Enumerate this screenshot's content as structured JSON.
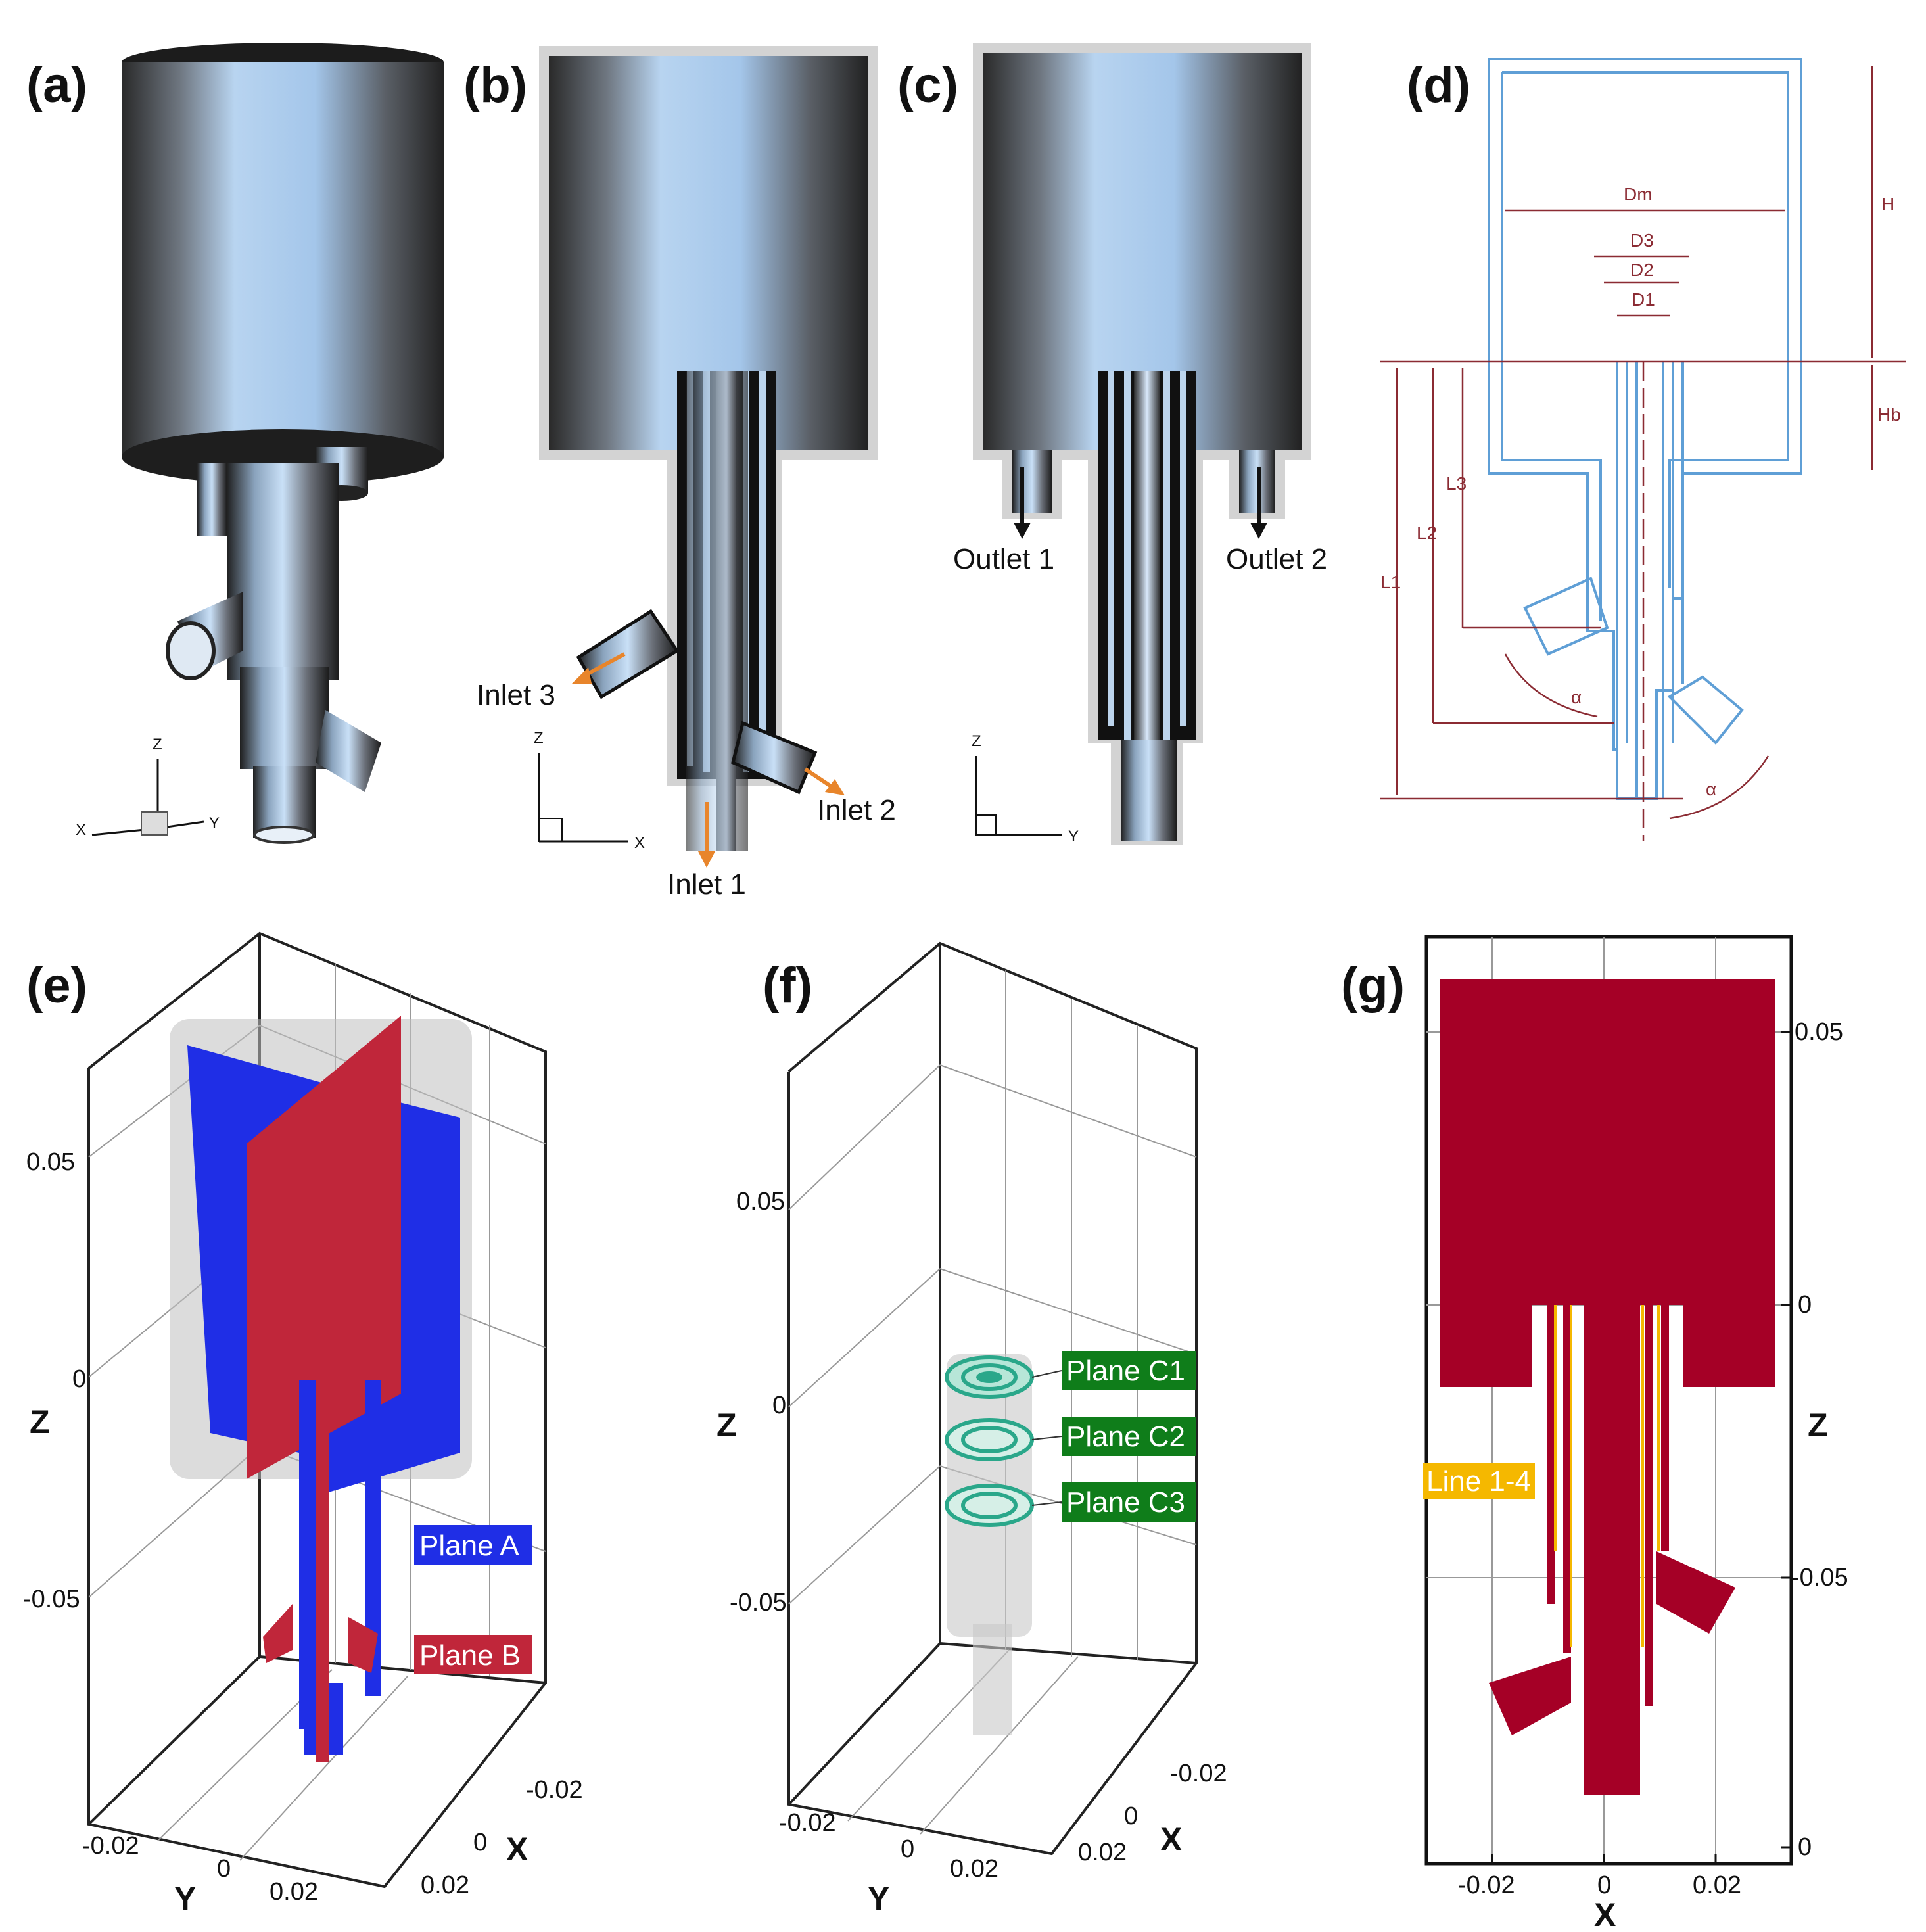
{
  "panels": {
    "a": {
      "letter": "(a)",
      "axes": {
        "z": "Z",
        "x": "X",
        "y": "Y"
      }
    },
    "b": {
      "letter": "(b)",
      "inlet1": "Inlet 1",
      "inlet2": "Inlet 2",
      "inlet3": "Inlet 3",
      "axes": {
        "z": "Z",
        "x": "X"
      }
    },
    "c": {
      "letter": "(c)",
      "outlet1": "Outlet 1",
      "outlet2": "Outlet 2",
      "axes": {
        "z": "Z",
        "y": "Y"
      }
    },
    "d": {
      "letter": "(d)",
      "dims": {
        "Dm": "Dm",
        "D3": "D3",
        "D2": "D2",
        "D1": "D1",
        "H": "H",
        "Hb": "Hb",
        "L1": "L1",
        "L2": "L2",
        "L3": "L3",
        "alpha": "α"
      }
    },
    "e": {
      "letter": "(e)",
      "planeA": "Plane A",
      "planeB": "Plane B",
      "zlabel": "Z",
      "ylabel": "Y",
      "xlabel": "X",
      "zticks": [
        "0.05",
        "0",
        "-0.05"
      ],
      "yticks": [
        "-0.02",
        "0",
        "0.02"
      ],
      "xticks": [
        "-0.02",
        "0",
        "0.02"
      ]
    },
    "f": {
      "letter": "(f)",
      "planeC1": "Plane C1",
      "planeC2": "Plane C2",
      "planeC3": "Plane C3",
      "zlabel": "Z",
      "ylabel": "Y",
      "xlabel": "X",
      "zticks": [
        "0.05",
        "0",
        "-0.05"
      ],
      "yticks": [
        "-0.02",
        "0",
        "0.02"
      ],
      "xticks": [
        "-0.02",
        "0",
        "0.02"
      ]
    },
    "g": {
      "letter": "(g)",
      "line": "Line 1-4",
      "zlabel": "Z",
      "xlabel": "X",
      "zticks": [
        "0.05",
        "0",
        "-0.05",
        "0"
      ],
      "xticks": [
        "-0.02",
        "0",
        "0.02"
      ]
    }
  },
  "colors": {
    "planeA": "#1f2ee6",
    "planeB": "#c0263a",
    "planeC": "#0f7d1a",
    "domain": "#a50026",
    "line": "#f5b800",
    "sketch": "#5f9fd6",
    "dim": "#8b2b33",
    "inlet_arrow": "#e8852b"
  }
}
